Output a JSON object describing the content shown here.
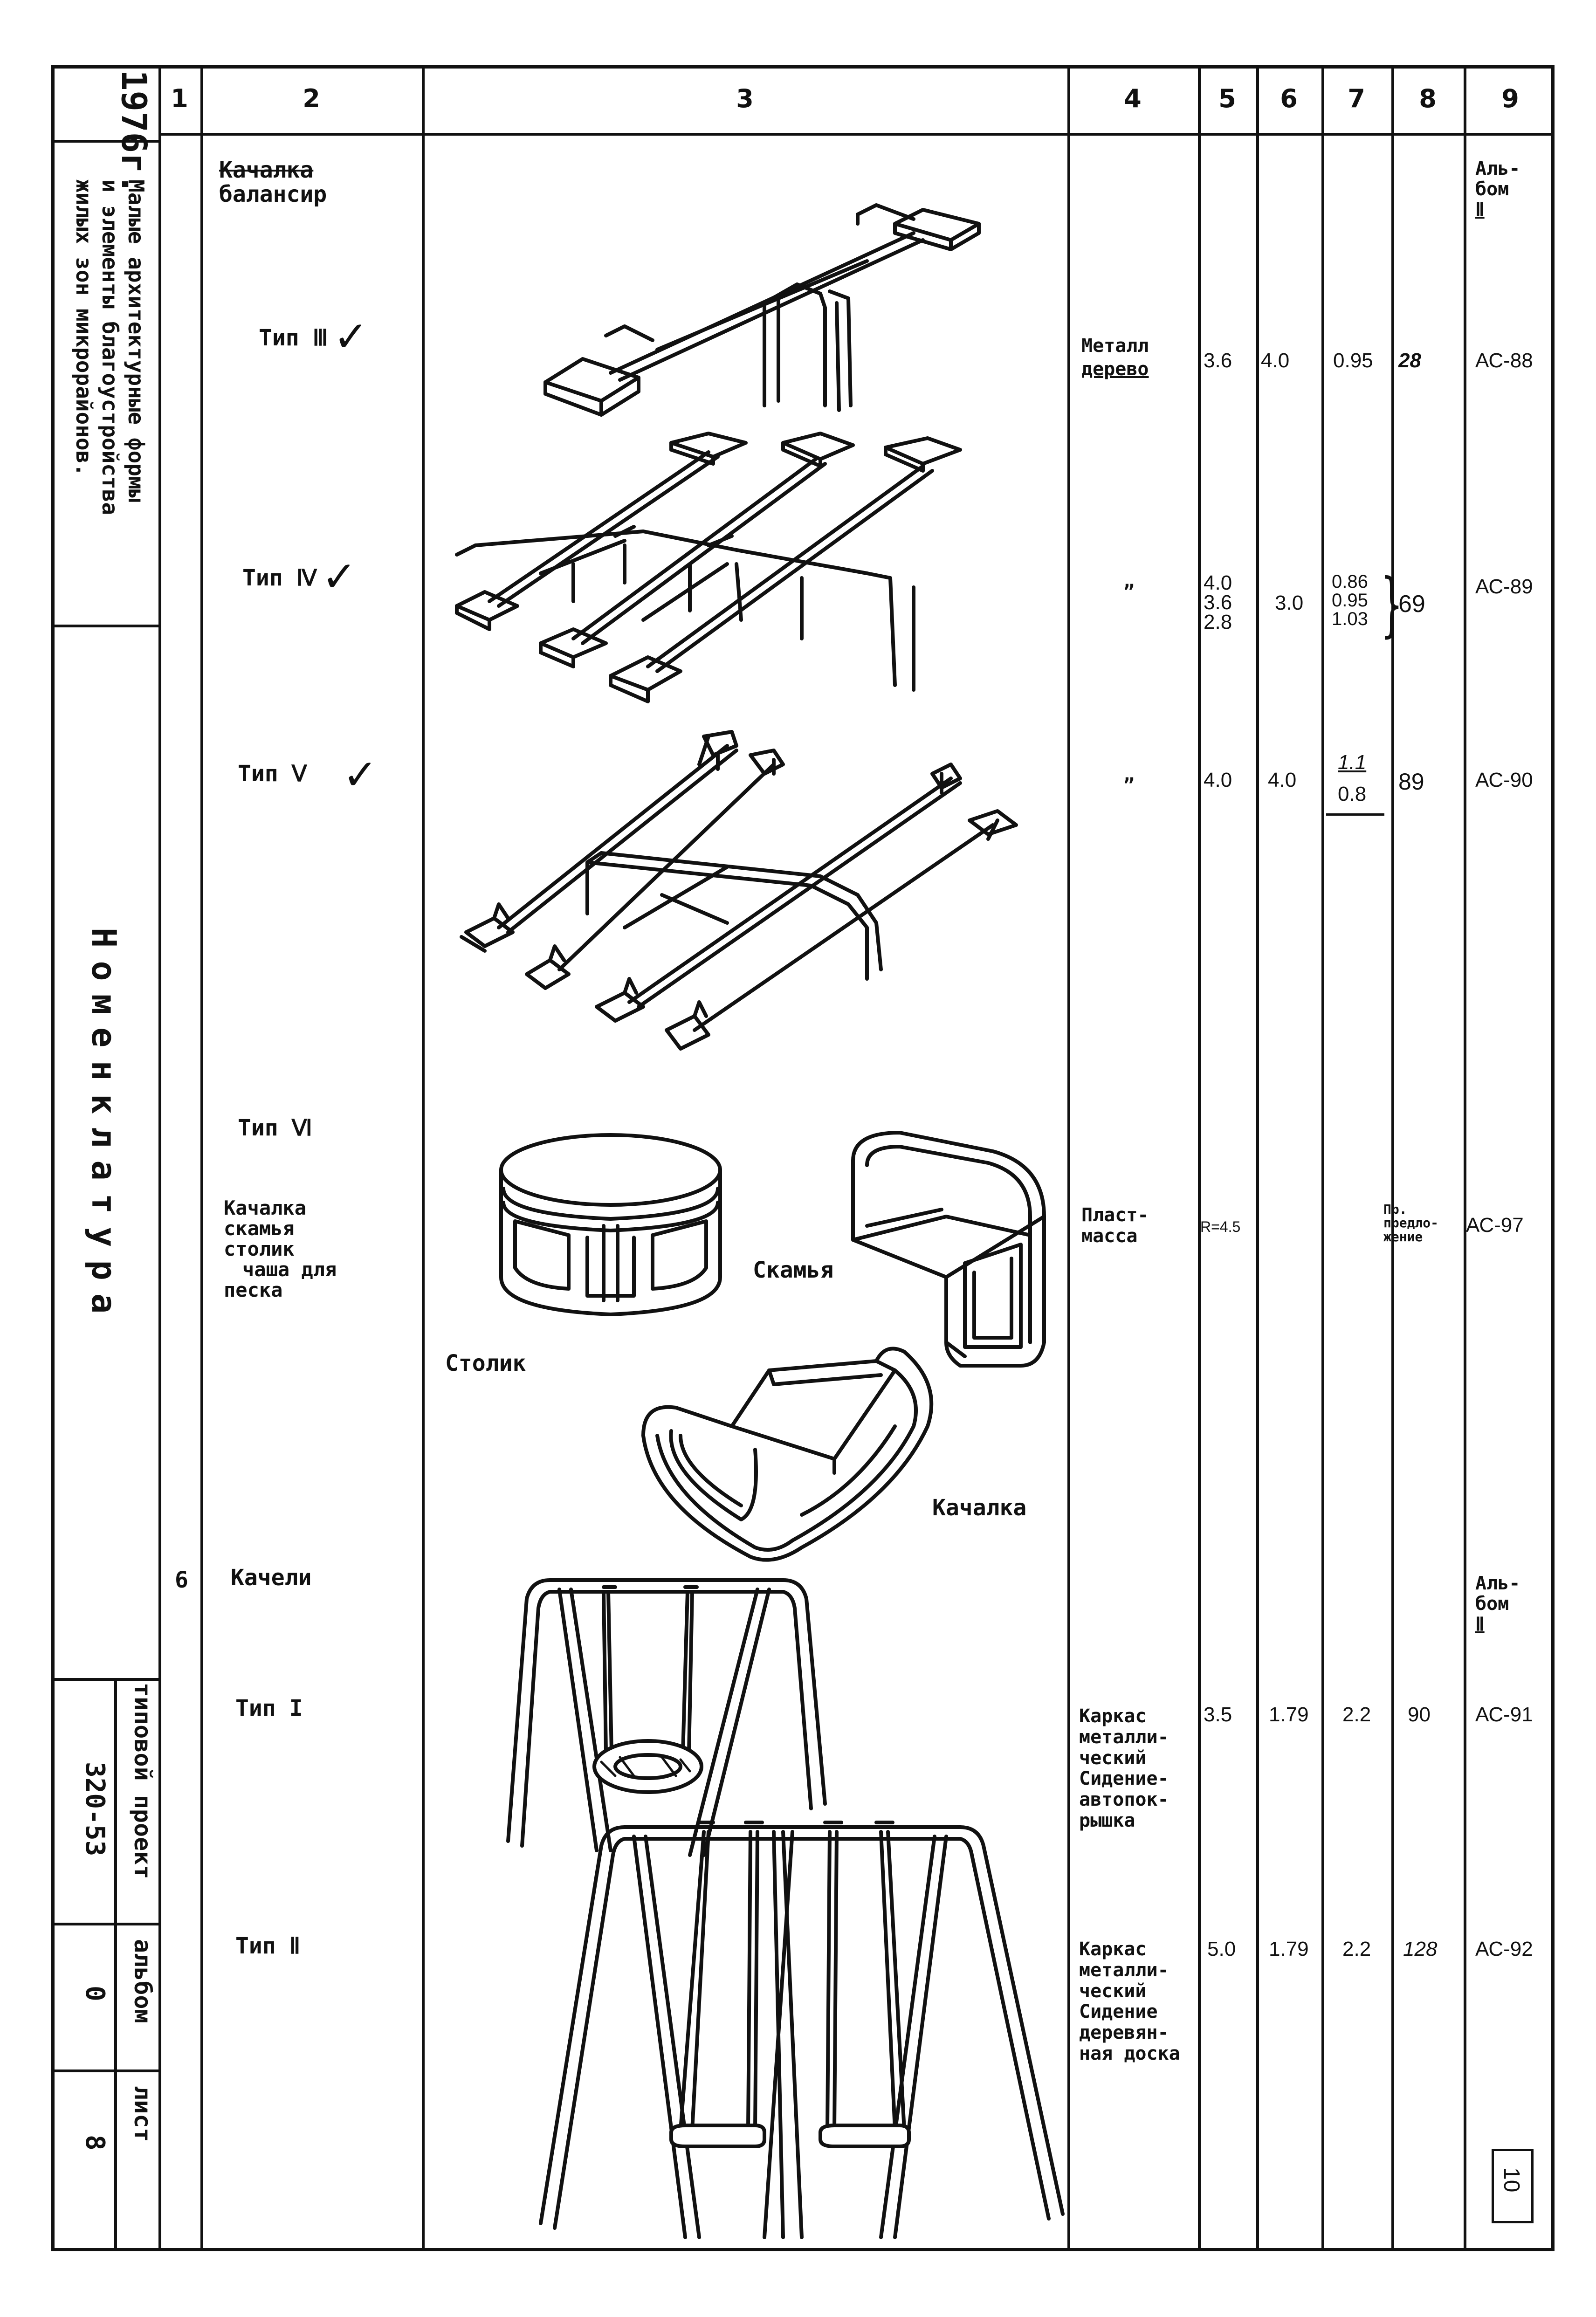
{
  "columns": [
    "1",
    "2",
    "3",
    "4",
    "5",
    "6",
    "7",
    "8",
    "9"
  ],
  "sidebar": {
    "year": "1976г.",
    "title_lines": [
      "Малые архитектурные формы",
      "и элементы благоустройства",
      "жилых зон микрорайонов."
    ],
    "section": "Номенклатура",
    "project_label": "типовой проект",
    "project_number": "320-53",
    "album_label": "альбом",
    "album_value": "0",
    "sheet_label": "лист",
    "sheet_value": "8"
  },
  "group1": {
    "title_struck": "Качалка",
    "title": "балансир"
  },
  "rows": [
    {
      "type": "Тип Ⅲ",
      "check": "✓",
      "material_1": "Металл",
      "material_2": "дерево",
      "c5": "3.6",
      "c6": "4.0",
      "c7": "0.95",
      "c8": "28",
      "c9": "АС-88"
    },
    {
      "type": "Тип Ⅳ",
      "check": "✓",
      "material": "„",
      "c5": [
        "4.0",
        "3.6",
        "2.8"
      ],
      "c6": "3.0",
      "c7": [
        "0.86",
        "0.95",
        "1.03"
      ],
      "c8": "69",
      "c9": "АС-89"
    },
    {
      "type": "Тип Ⅴ",
      "check": "✓",
      "material": "„",
      "c5": "4.0",
      "c6": "4.0",
      "c7_top": "1.1",
      "c7_bottom": "0.8",
      "c8": "89",
      "c9": "АС-90"
    },
    {
      "type": "Тип Ⅵ",
      "names": [
        "Качалка",
        "скамья",
        "столик",
        "чаша для",
        "песка"
      ],
      "material": [
        "Пласт-",
        "масса"
      ],
      "c5": "R=4.5",
      "c8": [
        "Пр.",
        "предло-",
        "жение"
      ],
      "c9": "АС-97"
    }
  ],
  "album_note_1": [
    "Аль-",
    "бом",
    "Ⅱ"
  ],
  "labels": {
    "bench": "Скамья",
    "table": "Столик",
    "rocker": "Качалка"
  },
  "group2": {
    "num": "6",
    "title": "Качели",
    "album_note": [
      "Аль-",
      "бом",
      "Ⅱ"
    ]
  },
  "swings": [
    {
      "type": "Тип I",
      "material": [
        "Каркас",
        "металли-",
        "ческий",
        "Сидение-",
        "автопок-",
        "рышка"
      ],
      "c5": "3.5",
      "c6": "1.79",
      "c7": "2.2",
      "c8": "90",
      "c9": "АС-91"
    },
    {
      "type": "Тип Ⅱ",
      "material": [
        "Каркас",
        "металли-",
        "ческий",
        "Сидение",
        "деревян-",
        "ная доска"
      ],
      "c5": "5.0",
      "c6": "1.79",
      "c7": "2.2",
      "c8": "128",
      "c9": "АС-92"
    }
  ],
  "page_number": "10"
}
